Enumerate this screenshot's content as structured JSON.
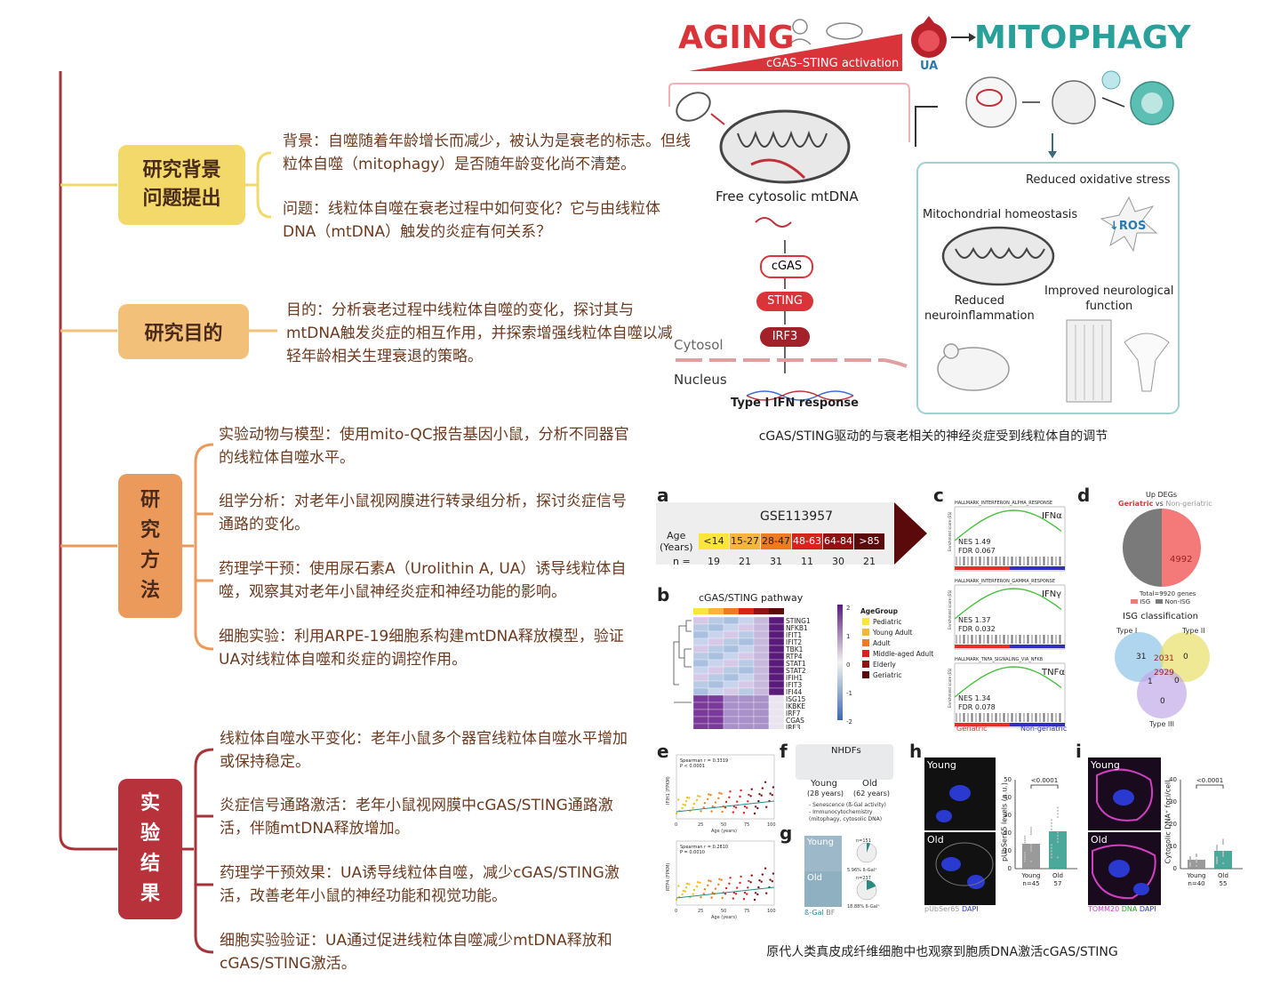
{
  "mindmap": {
    "branches": [
      {
        "title_lines": [
          "研究背景",
          "问题提出"
        ],
        "color": "#f2d96a",
        "leaves": [
          "背景：自噬随着年龄增长而减少，被认为是衰老的标志。但线粒体自噬（mitophagy）是否随年龄变化尚不清楚。",
          "问题：线粒体自噬在衰老过程中如何变化？它与由线粒体DNA（mtDNA）触发的炎症有何关系？"
        ]
      },
      {
        "title_lines": [
          "研究目的"
        ],
        "color": "#f3c07a",
        "leaves": [
          "目的：分析衰老过程中线粒体自噬的变化，探讨其与mtDNA触发炎症的相互作用，并探索增强线粒体自噬以减轻年龄相关生理衰退的策略。"
        ]
      },
      {
        "title_chars": [
          "研",
          "究",
          "方",
          "法"
        ],
        "color": "#ec9a5c",
        "leaves": [
          "实验动物与模型：使用mito-QC报告基因小鼠，分析不同器官的线粒体自噬水平。",
          "组学分析：对老年小鼠视网膜进行转录组分析，探讨炎症信号通路的变化。",
          "药理学干预：使用尿石素A（Urolithin A, UA）诱导线粒体自噬，观察其对老年小鼠神经炎症和神经功能的影响。",
          "细胞实验：利用ARPE-19细胞系构建mtDNA释放模型，验证UA对线粒体自噬和炎症的调控作用。"
        ]
      },
      {
        "title_chars": [
          "实",
          "验",
          "结",
          "果"
        ],
        "color": "#b8323b",
        "leaves": [
          "线粒体自噬水平变化：老年小鼠多个器官线粒体自噬水平增加或保持稳定。",
          "炎症信号通路激活：老年小鼠视网膜中cGAS/STING通路激活，伴随mtDNA释放增加。",
          "药理学干预效果：UA诱导线粒体自噬，减少cGAS/STING激活，改善老年小鼠的神经功能和视觉功能。",
          "细胞实验验证：UA通过促进线粒体自噬减少mtDNA释放和cGAS/STING激活。"
        ]
      }
    ]
  },
  "graphical_abstract": {
    "aging": "AGING",
    "activation": "cGAS–STING activation",
    "ua": "UA",
    "mitophagy": "MITOPHAGY",
    "free_mtdna": "Free cytosolic mtDNA",
    "cgas": "cGAS",
    "sting": "STING",
    "irf3": "IRF3",
    "cytosol": "Cytosol",
    "nucleus": "Nucleus",
    "ifn_response": "Type I IFN response",
    "reduced_ox": "Reduced oxidative stress",
    "mito_homeo": "Mitochondrial homeostasis",
    "ros": "↓ROS",
    "reduced_neuro": [
      "Reduced",
      "neuroinflammation"
    ],
    "improved_neuro": [
      "Improved neurological",
      "function"
    ],
    "caption": "cGAS/STING驱动的与衰老相关的神经炎症受到线粒体自的调节"
  },
  "figure": {
    "caption": "原代人类真皮成纤维细胞中也观察到胞质DNA激活cGAS/STING",
    "panel_a": {
      "letter": "a",
      "dataset": "GSE113957",
      "age_label": [
        "Age",
        "(Years)"
      ],
      "n_label": "n =",
      "groups": [
        "<14",
        "15-27",
        "28-47",
        "48-63",
        "64-84",
        ">85"
      ],
      "n": [
        "19",
        "21",
        "31",
        "11",
        "30",
        "21"
      ],
      "colors": [
        "#fbe53a",
        "#f9b43a",
        "#ef7a22",
        "#d8231b",
        "#8e1414",
        "#5a0a0a"
      ]
    },
    "panel_b": {
      "letter": "b",
      "title": "cGAS/STING pathway",
      "genes": [
        "STING1",
        "NFKB1",
        "IFIT1",
        "IFIT2",
        "TBK1",
        "RTP4",
        "STAT1",
        "STAT2",
        "IFIH1",
        "IFIT3",
        "IFI44",
        "ISG15",
        "IKBKE",
        "IRF7",
        "CGAS",
        "IRF3"
      ],
      "legend_title": "AgeGroup",
      "legend": [
        "Pediatric",
        "Young Adult",
        "Adult",
        "Middle-aged Adult",
        "Elderly",
        "Geriatric"
      ],
      "scale": [
        "2",
        "1",
        "0",
        "-1",
        "-2"
      ]
    },
    "panel_c": {
      "letter": "c",
      "plots": [
        {
          "title": "HALLMARK_INTERFERON_ALPHA_RESPONSE",
          "tag": "IFNα",
          "nes": "NES 1.49",
          "fdr": "FDR 0.067"
        },
        {
          "title": "HALLMARK_INTERFERON_GAMMA_RESPONSE",
          "tag": "IFNγ",
          "nes": "NES 1.37",
          "fdr": "FDR 0.032"
        },
        {
          "title": "HALLMARK_TNFA_SIGNALING_VIA_NFKB",
          "tag": "TNFα",
          "nes": "NES 1.34",
          "fdr": "FDR 0.078"
        }
      ],
      "ylabel": "Enrichment score (ES)",
      "left": "Geriatric",
      "right": "Non-geriatric"
    },
    "panel_d": {
      "letter": "d",
      "title": "Up DEGs",
      "subtitle_a": "Geriatric",
      "subtitle_vs": " vs ",
      "subtitle_b": "Non-geriatric",
      "pie_value": "4992",
      "total": "Total=9920 genes",
      "legend": [
        "ISG",
        "Non-ISG"
      ],
      "isg_title": "ISG classification",
      "types": [
        "Type I",
        "Type II",
        "Type III"
      ],
      "venn": [
        "31",
        "2031",
        "0",
        "2929",
        "1",
        "0",
        "0"
      ]
    },
    "panel_e": {
      "letter": "e",
      "top": {
        "rho": "Spearman r = 0.3319",
        "p": "P < 0.0001",
        "ylabel": "IFIH1 (FPKM)"
      },
      "bottom": {
        "rho": "Spearman r = 0.2810",
        "p": "P = 0.0010",
        "ylabel": "RTP4 (FPKM)"
      },
      "xlabel": "Age (years)",
      "xticks": [
        "0",
        "25",
        "50",
        "75",
        "100"
      ]
    },
    "panel_f": {
      "letter": "f",
      "title": "NHDFs",
      "young": "Young",
      "young_age": "(28 years)",
      "old": "Old",
      "old_age": "(62 years)",
      "bullets": [
        "- Senescence (ß-Gal activity)",
        "- Immunocytochemistry",
        "(mitophagy, cytosolic DNA)"
      ]
    },
    "panel_g": {
      "letter": "g",
      "young": "Young",
      "old": "Old",
      "young_pct": "5.96% ß-Gal⁺",
      "old_pct": "18.88% ß-Gal⁺",
      "young_n": "n=151",
      "old_n": "n=237",
      "stain": "ß-Gal",
      "bf": "BF",
      "pie_values": [
        5.96,
        18.88
      ]
    },
    "panel_h": {
      "letter": "h",
      "young": "Young",
      "old": "Old",
      "ylabel": "pUbSer65 levels (a.u.)",
      "p": "<0.0001",
      "yticks": [
        "0",
        "10",
        "20",
        "30",
        "40",
        "50"
      ],
      "groups": [
        "Young",
        "Old"
      ],
      "n": [
        "n=45",
        "57"
      ],
      "means": [
        14,
        21
      ],
      "stain_a": "pUbSer65",
      "stain_b": "DAPI"
    },
    "panel_i": {
      "letter": "i",
      "young": "Young",
      "old": "Old",
      "ylabel": "Cytosolic DNA⁺ foci/cell",
      "p": "<0.0001",
      "yticks": [
        "0",
        "10",
        "20",
        "30",
        "40"
      ],
      "groups": [
        "Young",
        "Old"
      ],
      "n": [
        "n=40",
        "55"
      ],
      "means": [
        4,
        8
      ],
      "stain_a": "TOMM20",
      "stain_b": "DNA",
      "stain_c": "DAPI"
    }
  }
}
